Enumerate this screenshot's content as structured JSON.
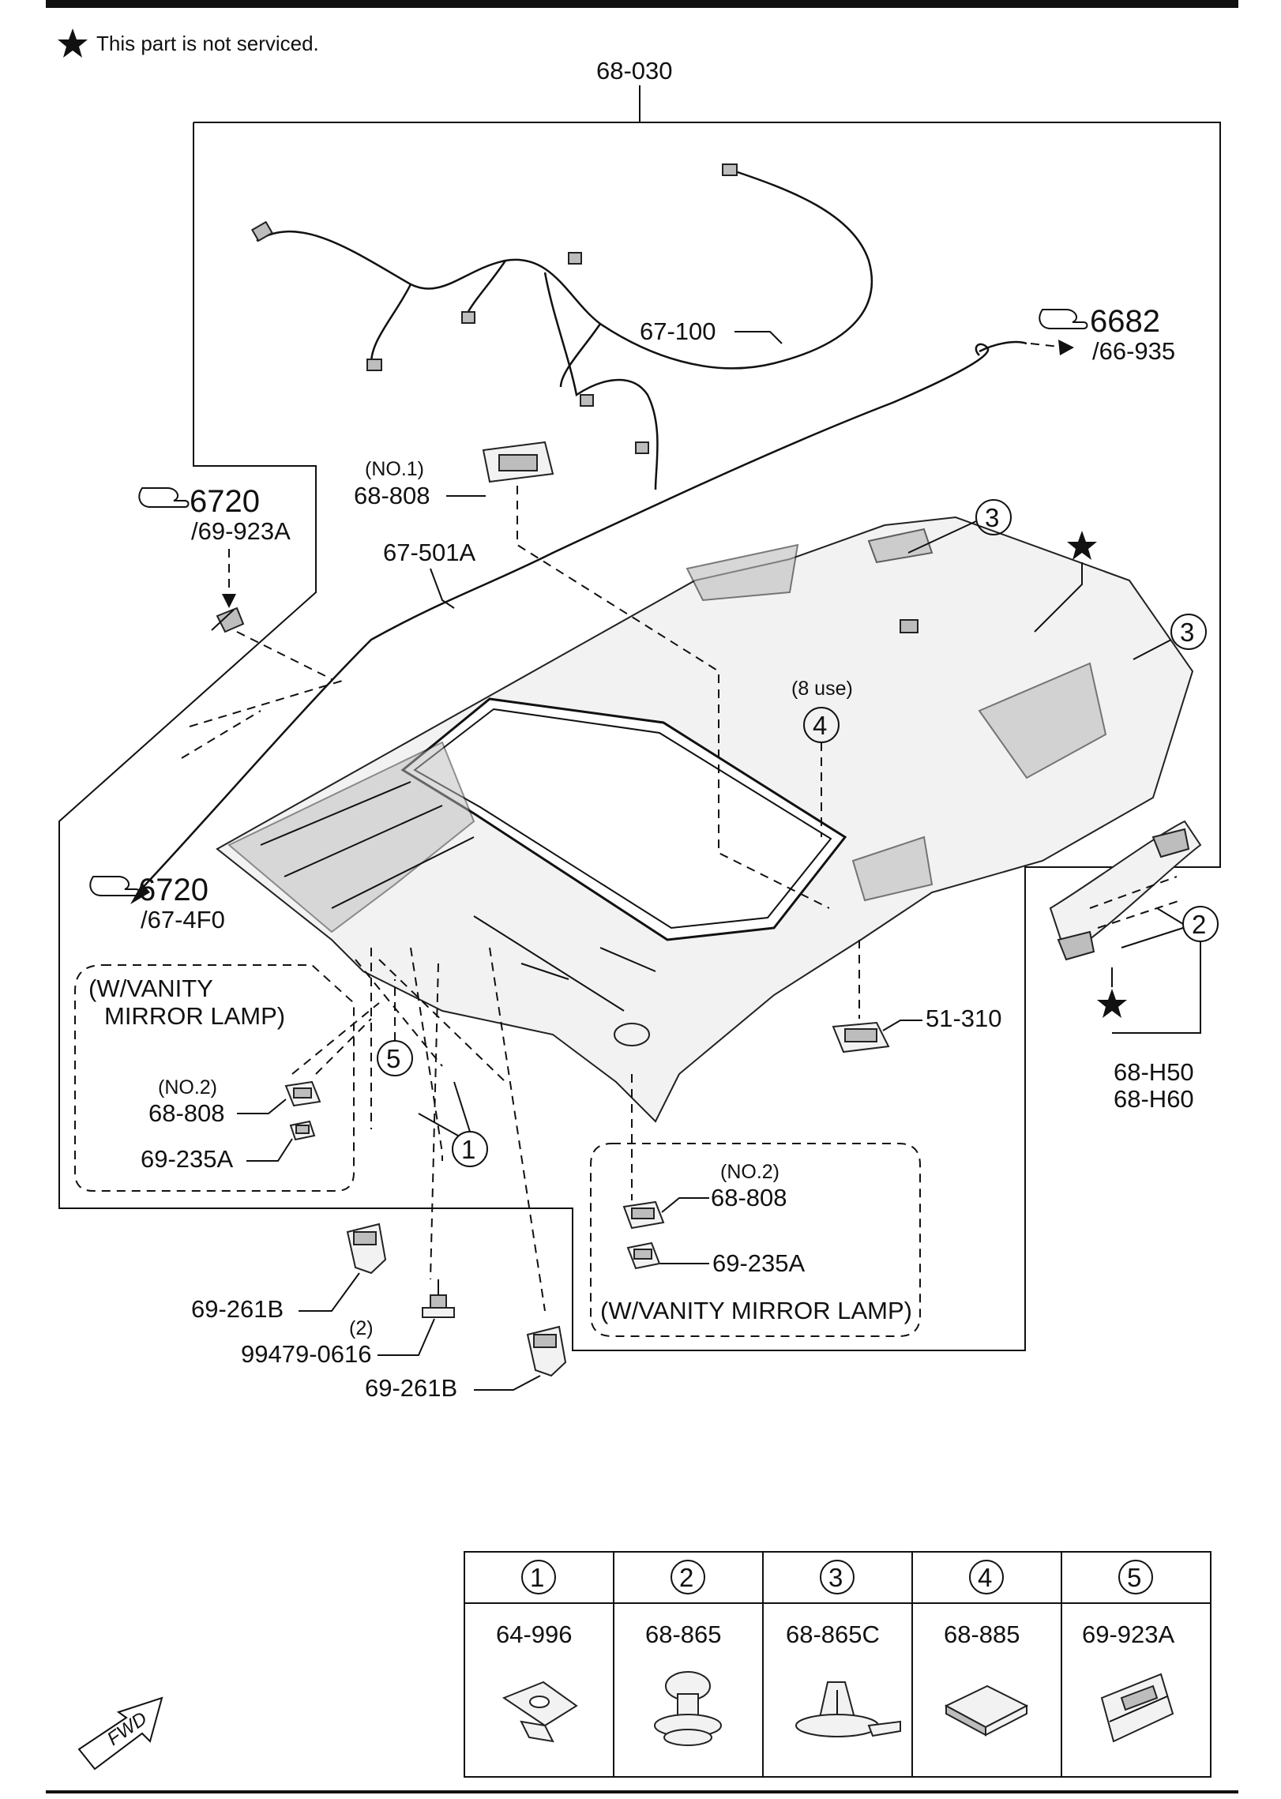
{
  "header": {
    "note_text": "This part is not serviced.",
    "note_icon": "star-icon"
  },
  "callouts": {
    "main_assembly": "68-030",
    "harness": "67-100",
    "cable": "67-501A",
    "lamp_no1_qty": "(NO.1)",
    "lamp_no1": "68-808",
    "lamp_no2_qty": "(NO.2)",
    "lamp_no2": "68-808",
    "lens_left": "69-235A",
    "lamp_no2_right_qty": "(NO.2)",
    "lamp_no2_right": "68-808",
    "lens_right": "69-235A",
    "handle_lamp": "51-310",
    "grip_1": "68-H50",
    "grip_2": "68-H60",
    "clip_left": "69-261B",
    "clip_bottom": "69-261B",
    "bolt_qty": "(2)",
    "bolt": "99479-0616",
    "use_qty": "(8 use)"
  },
  "references": {
    "ref_upper_left_num": "6720",
    "ref_upper_left_part": "/69-923A",
    "ref_lower_left_num": "6720",
    "ref_lower_left_part": "/67-4F0",
    "ref_right_num": "6682",
    "ref_right_part": "/66-935"
  },
  "groups": {
    "vanity_left_line1": "(W/VANITY",
    "vanity_left_line2": "MIRROR LAMP)",
    "vanity_right": "(W/VANITY MIRROR LAMP)"
  },
  "circled_markers": {
    "m1": "1",
    "m2": "2",
    "m3a": "3",
    "m3b": "3",
    "m4": "4",
    "m5": "5"
  },
  "parts_table": {
    "columns": [
      {
        "num": "1",
        "part": "64-996",
        "icon": "clip-nut-icon"
      },
      {
        "num": "2",
        "part": "68-865",
        "icon": "push-fastener-icon"
      },
      {
        "num": "3",
        "part": "68-865C",
        "icon": "retainer-clip-icon"
      },
      {
        "num": "4",
        "part": "68-885",
        "icon": "pad-icon"
      },
      {
        "num": "5",
        "part": "69-923A",
        "icon": "bracket-clip-icon"
      }
    ]
  },
  "fwd": {
    "label": "FWD",
    "icon": "fwd-arrow-icon"
  }
}
